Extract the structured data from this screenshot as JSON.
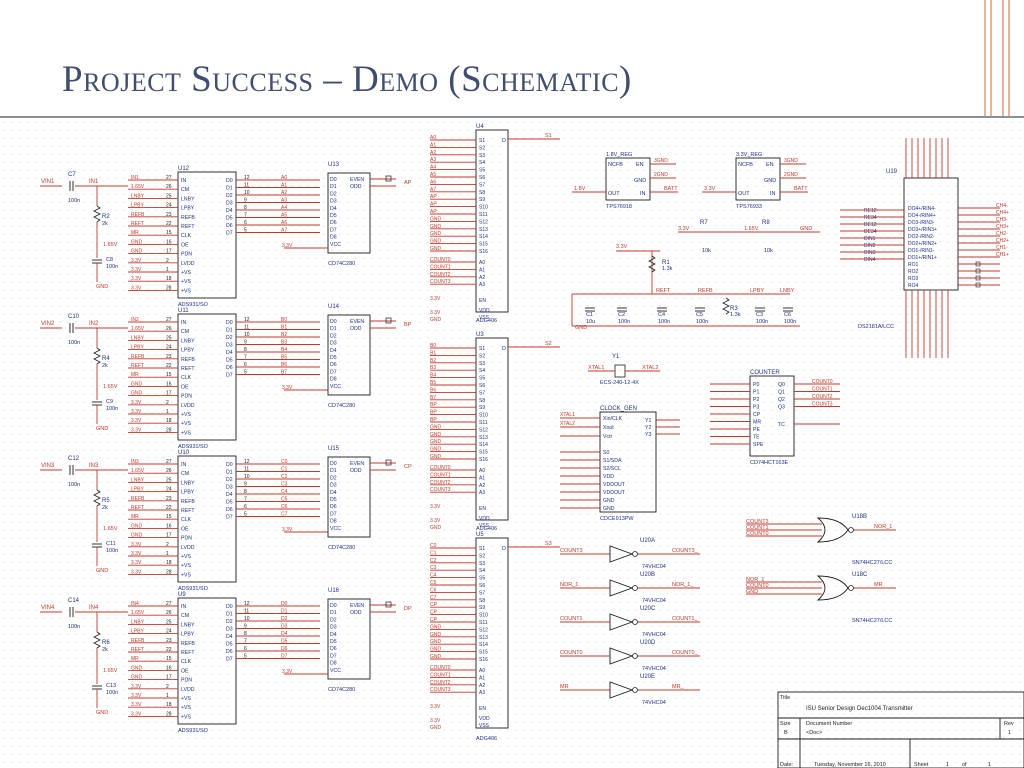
{
  "slide": {
    "title": "Project Success – Demo (Schematic)"
  },
  "adc_channels": [
    {
      "input": "VIN1",
      "node": "IN1",
      "cap": "C7",
      "cap_val": "100n",
      "res": "R2",
      "res_val": "2k",
      "vref": "1.65V",
      "cap2": "C8",
      "cap2_val": "100n",
      "adc": "U12",
      "fifo": "U13",
      "bits": [
        "A0",
        "A1",
        "A2",
        "A3",
        "A4",
        "A5",
        "A6",
        "A7"
      ],
      "parity": "AP"
    },
    {
      "input": "VIN2",
      "node": "IN2",
      "cap": "C10",
      "cap_val": "100n",
      "res": "R4",
      "res_val": "2k",
      "vref": "1.65V",
      "cap2": "C9",
      "cap2_val": "100n",
      "adc": "U11",
      "fifo": "U14",
      "bits": [
        "B0",
        "B1",
        "B2",
        "B3",
        "B4",
        "B5",
        "B6",
        "B7"
      ],
      "parity": "BP"
    },
    {
      "input": "VIN3",
      "node": "IN3",
      "cap": "C12",
      "cap_val": "100n",
      "res": "R5",
      "res_val": "2k",
      "vref": "1.65V",
      "cap2": "C11",
      "cap2_val": "100n",
      "adc": "U10",
      "fifo": "U15",
      "bits": [
        "C0",
        "C1",
        "C2",
        "C3",
        "C4",
        "C5",
        "C6",
        "C7"
      ],
      "parity": "CP"
    },
    {
      "input": "VIN4",
      "node": "IN4",
      "cap": "C14",
      "cap_val": "100n",
      "res": "R6",
      "res_val": "2k",
      "vref": "1.65V",
      "cap2": "C13",
      "cap2_val": "100n",
      "adc": "U9",
      "fifo": "U16",
      "bits": [
        "D0",
        "D1",
        "D2",
        "D3",
        "D4",
        "D5",
        "D6",
        "D7"
      ],
      "parity": "DP"
    }
  ],
  "adc_part": "ADS931/SO",
  "adc_left_pins": [
    "IN",
    "CM",
    "LNBY",
    "LPBY",
    "REFB",
    "REFT",
    "CLK",
    "OE",
    "PDN",
    "LVDD",
    "+VS",
    "+VS",
    "+VS"
  ],
  "adc_left_nets": [
    "IN1",
    "1.65V",
    "LNBY",
    "LPBY",
    "REFB",
    "REFT",
    "MR",
    "GND",
    "GND",
    "3.3V",
    "3.3V",
    "3.3V",
    "3.3V"
  ],
  "adc_left_nums": [
    "27",
    "26",
    "25",
    "24",
    "23",
    "22",
    "15",
    "16",
    "17",
    "2",
    "1",
    "18",
    "28"
  ],
  "adc_right_pins": [
    "D0",
    "D1",
    "D2",
    "D3",
    "D4",
    "D5",
    "D6",
    "D7"
  ],
  "fifo_part": "CD74C280",
  "fifo_left_pins": [
    "D0",
    "D1",
    "D2",
    "D3",
    "D4",
    "D5",
    "D6",
    "D7",
    "D8",
    "VCC"
  ],
  "fifo_right_pins": [
    "EVEN",
    "ODD"
  ],
  "mux": [
    {
      "ref": "U4",
      "sel_prefix": "A",
      "out": "S1",
      "sel_nets": [
        "COUNT0",
        "COUNT1",
        "COUNT2",
        "COUNT3"
      ]
    },
    {
      "ref": "U3",
      "sel_prefix": "B",
      "out": "S2",
      "sel_nets": [
        "COUNT0",
        "COUNT1",
        "COUNT2",
        "COUNT3"
      ]
    },
    {
      "ref": "U5",
      "sel_prefix": "C",
      "out": "S3",
      "sel_nets": [
        "COUNT0",
        "COUNT1",
        "COUNT2",
        "COUNT3"
      ]
    }
  ],
  "mux_part": "ADG406",
  "regulators": [
    {
      "name": "1.8V_REG",
      "pins": [
        "NCFB",
        "EN",
        "GND",
        "OUT",
        "IN"
      ],
      "part": "TPS76918",
      "out_net": "1.8V",
      "in_net": "BATT"
    },
    {
      "name": "3.3V_REG",
      "pins": [
        "NCFB",
        "EN",
        "GND",
        "OUT",
        "IN"
      ],
      "part": "TPS76933",
      "out_net": "3.3V",
      "in_net": "BATT"
    }
  ],
  "ref_ladder": {
    "r7": "R7",
    "r7_val": "10k",
    "r8": "R8",
    "r8_val": "10k",
    "top": "3.3V",
    "mid": "1.65V",
    "bottom": "GND",
    "r1": "R1",
    "r1_val": "1.3k",
    "r3": "R3",
    "r3_val": "1.3k",
    "caps": [
      "C1",
      "C2",
      "C4",
      "C5",
      "C3",
      "C6"
    ],
    "cap_vals": [
      "10u",
      "100n",
      "100n",
      "100n",
      "100n",
      "100n"
    ],
    "nets": [
      "REFT",
      "REFB",
      "LPBY",
      "LNBY"
    ]
  },
  "crystal": {
    "ref": "Y1",
    "part": "ECS-240-12-4X",
    "n1": "XTAL1",
    "n2": "XTAL2"
  },
  "clock_gen": {
    "name": "CLOCK_GEN",
    "part": "CDCE913PW",
    "pins_left": [
      "Xin/CLK",
      "Xout",
      "Vctr",
      "S0",
      "S1/SDA",
      "S2/SCL",
      "VDD",
      "VDDOUT",
      "VDDOUT",
      "GND",
      "GND"
    ],
    "pins_right": [
      "Y1",
      "Y2",
      "Y3"
    ]
  },
  "counter": {
    "name": "COUNTER",
    "part": "CD74HCT163E",
    "pins_left": [
      "P0",
      "P1",
      "P2",
      "P3",
      "CP",
      "MR",
      "PE",
      "TE",
      "SPE"
    ],
    "pins_right": [
      "Q0",
      "Q1",
      "Q2",
      "Q3",
      "TC"
    ],
    "out_nets": [
      "COUNT0",
      "COUNT1",
      "COUNT2",
      "COUNT3"
    ]
  },
  "transceiver": {
    "ref": "U19",
    "part": "DS2181A/LCC",
    "pins": [
      "DO4+/RIN4-",
      "DO4-/RIN4+",
      "DO3-/RIN3-",
      "DO3+/RIN3+",
      "DO2-/RIN2-",
      "DO2+/RIN2+",
      "DO1-/RIN1-",
      "DO1+/RIN1+",
      "RO1",
      "RO2",
      "RO3",
      "RO4"
    ],
    "left_pins": [
      "RE12",
      "RE34",
      "DE12",
      "DE34",
      "DIN1",
      "DIN2",
      "DIN3",
      "DIN4"
    ],
    "channel_nets": [
      "CH4-",
      "CH4+",
      "CH3-",
      "CH3+",
      "CH2-",
      "CH2+",
      "CH1-",
      "CH1+"
    ]
  },
  "inverters": [
    {
      "ref": "U20A",
      "in": "COUNT3",
      "out": "COUNT3_",
      "part": "74VHC04"
    },
    {
      "ref": "U20B",
      "in": "NOR_1",
      "out": "NOR_1_",
      "part": "74VHC04"
    },
    {
      "ref": "U20C",
      "in": "COUNT1",
      "out": "COUNT1_",
      "part": "74VHC04"
    },
    {
      "ref": "U20D",
      "in": "COUNT0",
      "out": "COUNT0_",
      "part": "74VHC04"
    },
    {
      "ref": "U20E",
      "in": "MR",
      "out": "MR_",
      "part": "74VHC04"
    }
  ],
  "nor_gates": [
    {
      "ref": "U18B",
      "part": "SN74HC27/LCC",
      "ins": [
        "COUNT3_",
        "COUNT1_",
        "COUNT0_"
      ],
      "out": "NOR_1"
    },
    {
      "ref": "U18C",
      "part": "SN74HC27/LCC",
      "ins": [
        "NOR_1_",
        "COUNT0_",
        "GND"
      ],
      "out": "MR"
    }
  ],
  "title_block": {
    "title_label": "Title",
    "title": "ISU Senior Design Dec1004 Transmitter",
    "size_label": "Size",
    "size": "B",
    "docnum_label": "Document Number",
    "docnum": "<Doc>",
    "rev_label": "Rev",
    "rev": "1",
    "date_label": "Date:",
    "date": "Tuesday, November 16, 2010",
    "sheet_label": "Sheet",
    "sheet": "1",
    "of": "of",
    "total": "1"
  },
  "colors": {
    "title": "#3f4d6e",
    "wire": "#c0392b",
    "part": "#1f2f8a",
    "accent": "#e8b49a"
  }
}
